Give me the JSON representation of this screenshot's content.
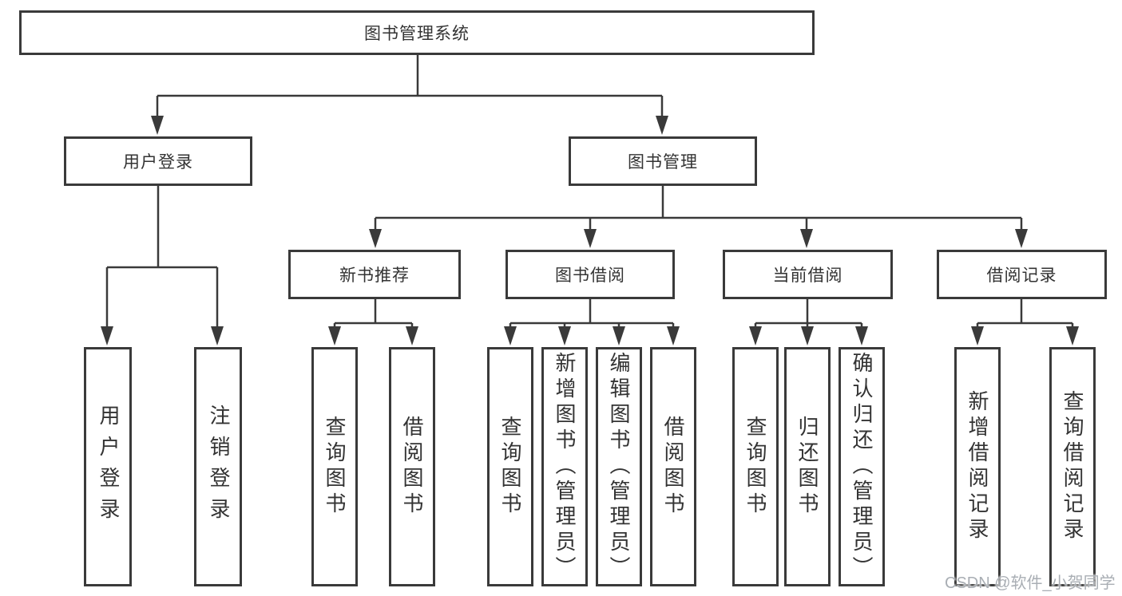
{
  "nodes": {
    "root": "图书管理系统",
    "level1": [
      "用户登录",
      "图书管理"
    ],
    "level2": [
      "新书推荐",
      "图书借阅",
      "当前借阅",
      "借阅记录"
    ],
    "leaves": [
      "用户登录",
      "注销登录",
      "查询图书",
      "借阅图书",
      "查询图书",
      "新增图书（管理员）",
      "编辑图书（管理员）",
      "借阅图书",
      "查询图书",
      "归还图书",
      "确认归还（管理员）",
      "新增借阅记录",
      "查询借阅记录"
    ]
  },
  "watermark": "CSDN @软件_小贺同学",
  "colors": {
    "line": "#3a3a3a",
    "text": "#333333",
    "box_background": "#ffffff",
    "watermark": "#a9aeb4",
    "background": "#ffffff"
  }
}
